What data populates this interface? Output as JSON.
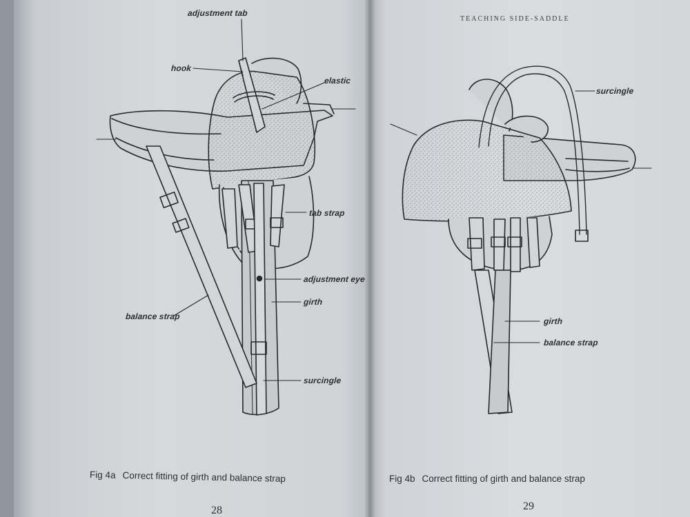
{
  "header": {
    "running_title": "TEACHING SIDE-SADDLE"
  },
  "figure_a": {
    "number": "Fig 4a",
    "caption": "Correct fitting of girth and balance strap",
    "labels": {
      "adjustment_tab": "adjustment tab",
      "hook": "hook",
      "elastic": "elastic",
      "tab_strap": "tab strap",
      "adjustment_eye": "adjustment eye",
      "girth": "girth",
      "balance_strap": "balance strap",
      "surcingle": "surcingle"
    }
  },
  "figure_b": {
    "number": "Fig 4b",
    "caption": "Correct fitting of girth and balance strap",
    "labels": {
      "surcingle": "surcingle",
      "girth": "girth",
      "balance_strap": "balance strap"
    }
  },
  "page_numbers": {
    "left": "28",
    "right": "29"
  }
}
